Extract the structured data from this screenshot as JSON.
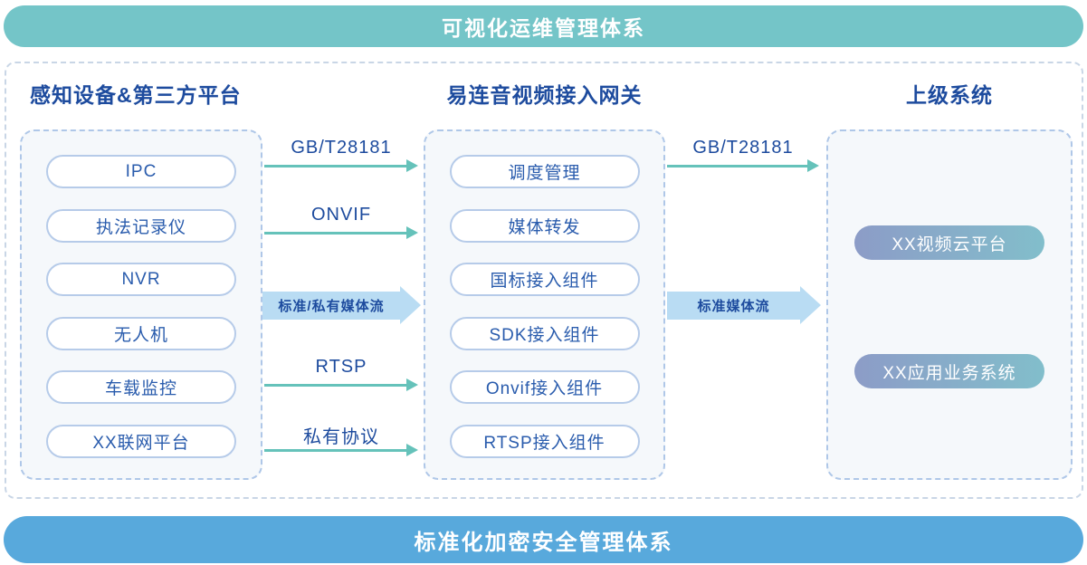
{
  "banners": {
    "top": "可视化运维管理体系",
    "bottom": "标准化加密安全管理体系"
  },
  "columns": {
    "left": {
      "title": "感知设备&第三方平台",
      "items": [
        "IPC",
        "执法记录仪",
        "NVR",
        "无人机",
        "车载监控",
        "XX联网平台"
      ]
    },
    "middle": {
      "title": "易连音视频接入网关",
      "items": [
        "调度管理",
        "媒体转发",
        "国标接入组件",
        "SDK接入组件",
        "Onvif接入组件",
        "RTSP接入组件"
      ]
    },
    "right": {
      "title": "上级系统",
      "items": [
        "XX视频云平台",
        "XX应用业务系统"
      ]
    }
  },
  "flows": {
    "left_to_middle": {
      "gbt28181": "GB/T28181",
      "onvif": "ONVIF",
      "media_stream": "标准/私有媒体流",
      "rtsp": "RTSP",
      "private_protocol": "私有协议"
    },
    "middle_to_right": {
      "gbt28181": "GB/T28181",
      "media_stream": "标准媒体流"
    }
  },
  "colors": {
    "top_banner": "#74C5C8",
    "bottom_banner": "#58A9DC",
    "heading_text": "#1D4B9E",
    "pill_text": "#2A5CAD",
    "pill_border": "#B6CBE9",
    "group_box_border": "#AFC7E8",
    "group_box_bg": "#F5F8FB",
    "outer_border": "#C9D6E6",
    "thin_arrow": "#65C2BA",
    "thick_arrow": "#B9DCF3",
    "gradient_pill_start": "#8C9CC7",
    "gradient_pill_end": "#82BECB"
  }
}
